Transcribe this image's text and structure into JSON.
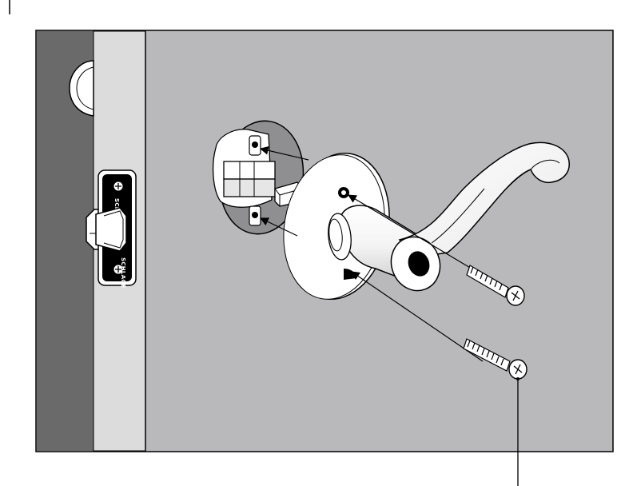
{
  "diagram": {
    "strike_plate_brand_top": "SCHLAGE",
    "strike_plate_brand_bottom": "SCHLAGE",
    "colors": {
      "wall_background": "#b9b9bc",
      "door_edge_dark": "#6a6a6a",
      "door_jamb": "#dcdcdc",
      "outline": "#000000",
      "hardware_fill": "#ffffff",
      "cutout": "#8f8f92"
    },
    "parts": [
      "strike-plate",
      "latch-bolt",
      "door-knob-back",
      "latch-mechanism",
      "lever-handle",
      "rose-plate",
      "mounting-screw-top",
      "mounting-screw-bottom"
    ]
  }
}
